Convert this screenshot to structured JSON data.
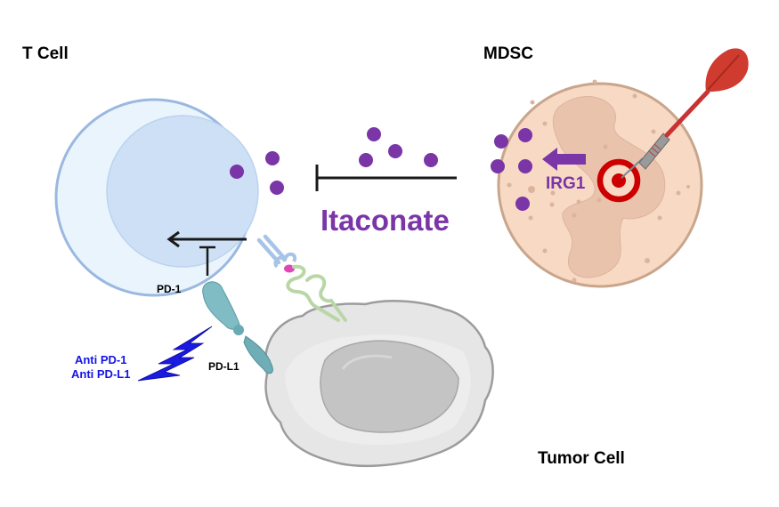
{
  "labels": {
    "t_cell": "T Cell",
    "mdsc": "MDSC",
    "tumor_cell": "Tumor Cell",
    "itaconate": "Itaconate",
    "irg1": "IRG1",
    "pd1": "PD-1",
    "pdl1": "PD-L1",
    "anti_pd1": "Anti PD-1",
    "anti_pdl1": "Anti PD-L1"
  },
  "colors": {
    "itaconate": "#7a35a6",
    "t_cell_fill": "#eaf4fd",
    "t_cell_border": "#9ab8e0",
    "t_cell_nucleus": "#cde0f5",
    "mdsc_fill": "#f7d9c4",
    "mdsc_border": "#c9a58c",
    "mdsc_nucleus": "#eac3ad",
    "target": "#cc0000",
    "drug": "#1414e6",
    "pd_protein": "#7fbcc3",
    "tcr": "#a7c4e8",
    "mhc": "#b9d7a6",
    "antigen": "#e046b8",
    "tumor": "#dcdcdc"
  },
  "icons": {
    "dart": "dart-icon",
    "target": "target-icon",
    "lightning": "lightning-bolt-icon",
    "inhibition": "inhibition-arrow-icon"
  }
}
